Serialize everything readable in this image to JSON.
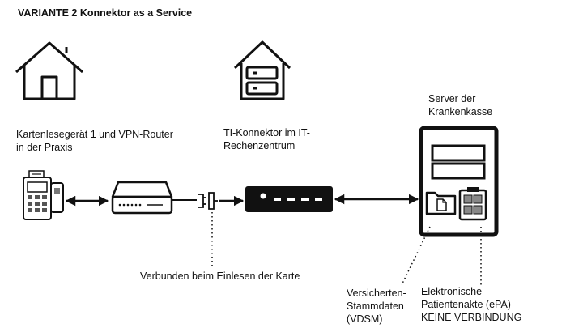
{
  "title": "VARIANTE 2 Konnektor as a Service",
  "labels": {
    "card_reader_router": "Kartenlesegerät 1 und VPN-Router\nin der Praxis",
    "ti_connector": "TI-Konnektor im IT-\nRechenzentrum",
    "insurer_server": "Server der\nKrankenkasse",
    "connected_when_reading": "Verbunden beim Einlesen der Karte",
    "vdsm": "Versicherten-\nStammdaten\n(VDSM)",
    "epa": "Elektronische\nPatientenakte (ePA)\nKEINE VERBINDUNG"
  },
  "icons": [
    "house-icon",
    "datacenter-icon",
    "card-reader-icon",
    "vpn-router-icon",
    "plug-icon",
    "connector-icon",
    "server-tower-icon",
    "folder-icon",
    "clipboard-icon"
  ]
}
